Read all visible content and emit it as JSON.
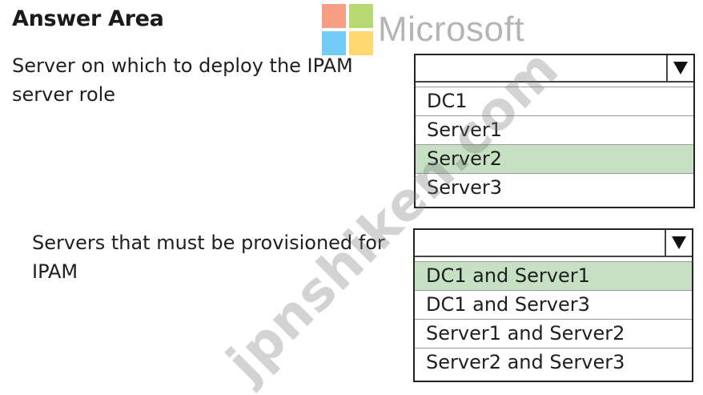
{
  "header": {
    "title": "Answer Area",
    "logo_text": "Microsoft"
  },
  "colors": {
    "logo_red": "#f25022",
    "logo_green": "#7fba00",
    "logo_blue": "#00a4ef",
    "logo_yellow": "#ffb900",
    "selected_option": "#c6e0c4"
  },
  "questions": [
    {
      "prompt": "Server on which to deploy the IPAM server role",
      "selected_value": "",
      "options": [
        "DC1",
        "Server1",
        "Server2",
        "Server3"
      ],
      "highlighted_index": 2
    },
    {
      "prompt": "Servers that must be provisioned for IPAM",
      "selected_value": "",
      "options": [
        "DC1 and Server1",
        "DC1 and Server3",
        "Server1 and Server2",
        "Server2 and Server3"
      ],
      "highlighted_index": 0
    }
  ],
  "watermark": "jpnshiken.com"
}
